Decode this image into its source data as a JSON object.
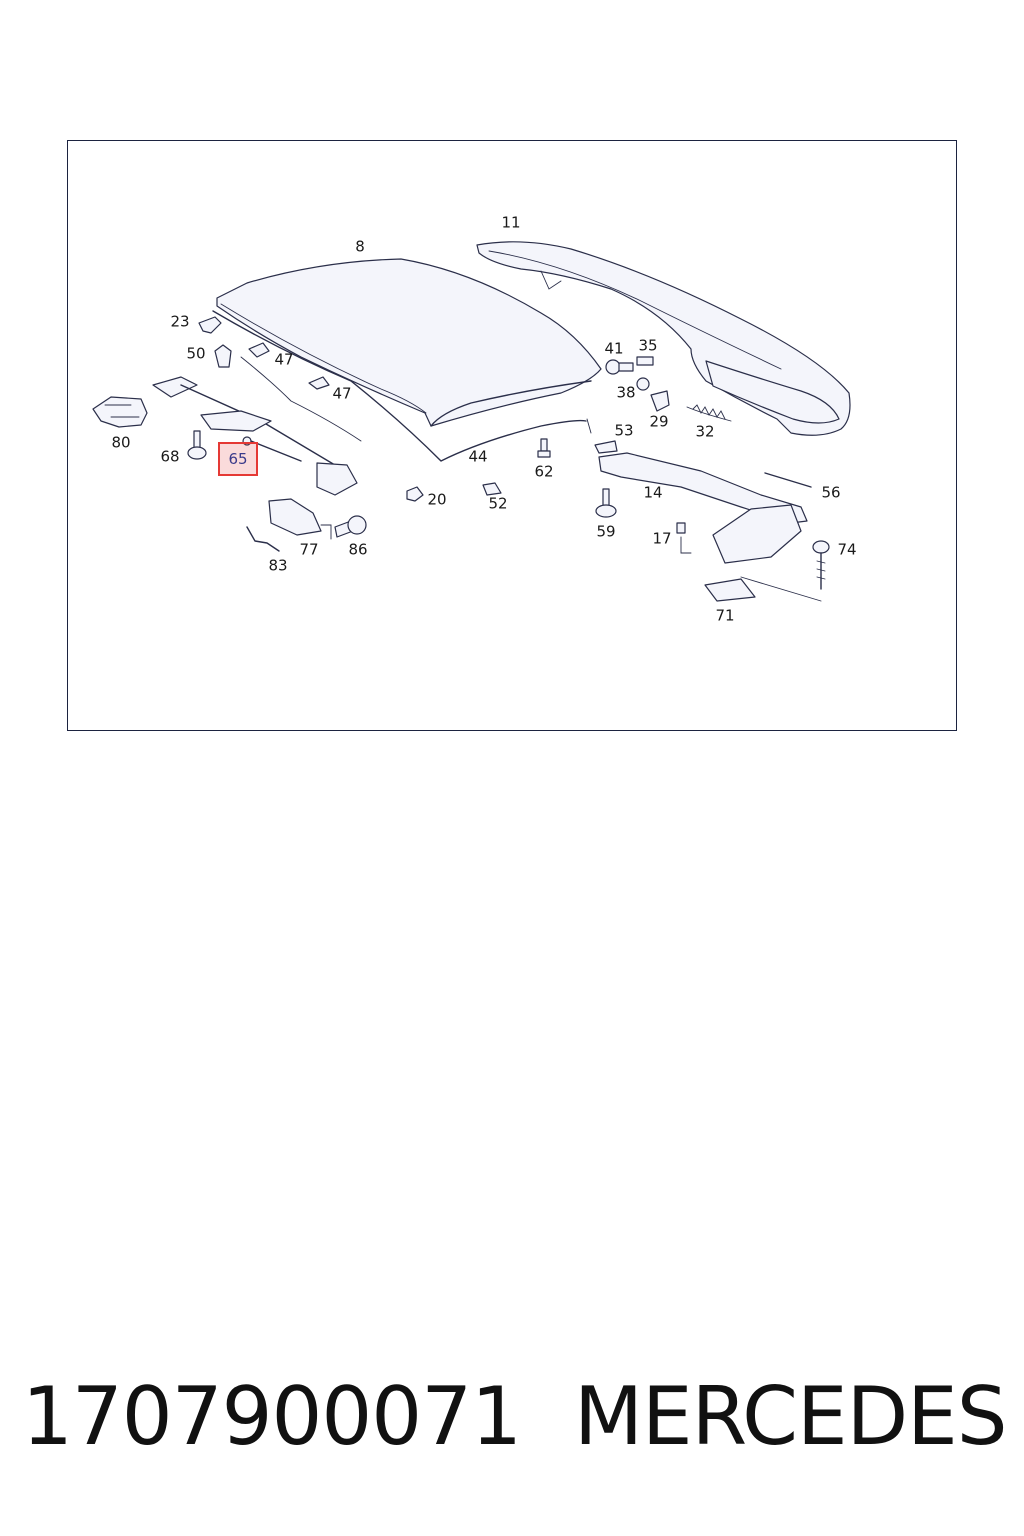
{
  "diagram": {
    "callouts": [
      {
        "id": "8",
        "label": "8"
      },
      {
        "id": "11",
        "label": "11"
      },
      {
        "id": "23",
        "label": "23"
      },
      {
        "id": "50",
        "label": "50"
      },
      {
        "id": "47a",
        "label": "47"
      },
      {
        "id": "47b",
        "label": "47"
      },
      {
        "id": "80",
        "label": "80"
      },
      {
        "id": "68",
        "label": "68"
      },
      {
        "id": "65",
        "label": "65",
        "highlighted": true
      },
      {
        "id": "44",
        "label": "44"
      },
      {
        "id": "20",
        "label": "20"
      },
      {
        "id": "52",
        "label": "52"
      },
      {
        "id": "77",
        "label": "77"
      },
      {
        "id": "86",
        "label": "86"
      },
      {
        "id": "83",
        "label": "83"
      },
      {
        "id": "41",
        "label": "41"
      },
      {
        "id": "35",
        "label": "35"
      },
      {
        "id": "38",
        "label": "38"
      },
      {
        "id": "29",
        "label": "29"
      },
      {
        "id": "32",
        "label": "32"
      },
      {
        "id": "53",
        "label": "53"
      },
      {
        "id": "62",
        "label": "62"
      },
      {
        "id": "14",
        "label": "14"
      },
      {
        "id": "56",
        "label": "56"
      },
      {
        "id": "59",
        "label": "59"
      },
      {
        "id": "17",
        "label": "17"
      },
      {
        "id": "74",
        "label": "74"
      },
      {
        "id": "71",
        "label": "71"
      }
    ],
    "highlight_color": "#e53935"
  },
  "footer": {
    "part_number": "1707900071",
    "brand": "MERCEDES"
  }
}
